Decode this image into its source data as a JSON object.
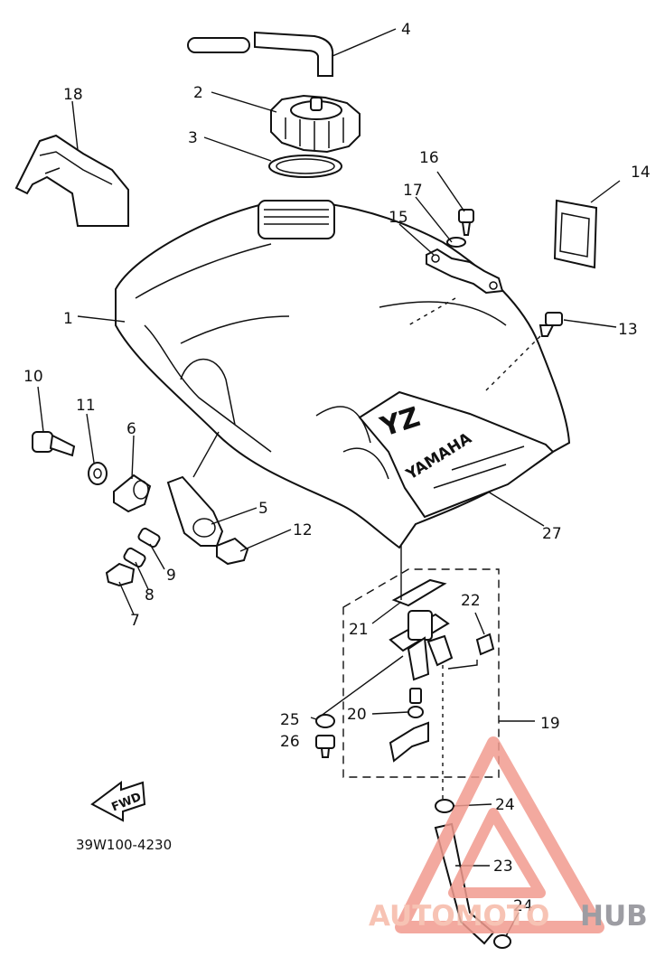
{
  "diagram": {
    "part_code": "39W100-4230",
    "fwd_arrow_text": "FWD",
    "tank_logo_letters": "YZ",
    "tank_brand_text": "YAMAHA",
    "callouts": [
      "1",
      "2",
      "3",
      "4",
      "5",
      "6",
      "7",
      "8",
      "9",
      "10",
      "11",
      "12",
      "13",
      "14",
      "15",
      "16",
      "17",
      "18",
      "19",
      "20",
      "21",
      "22",
      "23",
      "24",
      "24",
      "25",
      "26",
      "27"
    ]
  },
  "watermark": {
    "word_part_1": "AUTOMOTO",
    "word_part_2": "HUB",
    "color_part_1": "#f6b9a8",
    "color_part_2": "#8d8d93",
    "logo_color": "#f19b8f"
  }
}
